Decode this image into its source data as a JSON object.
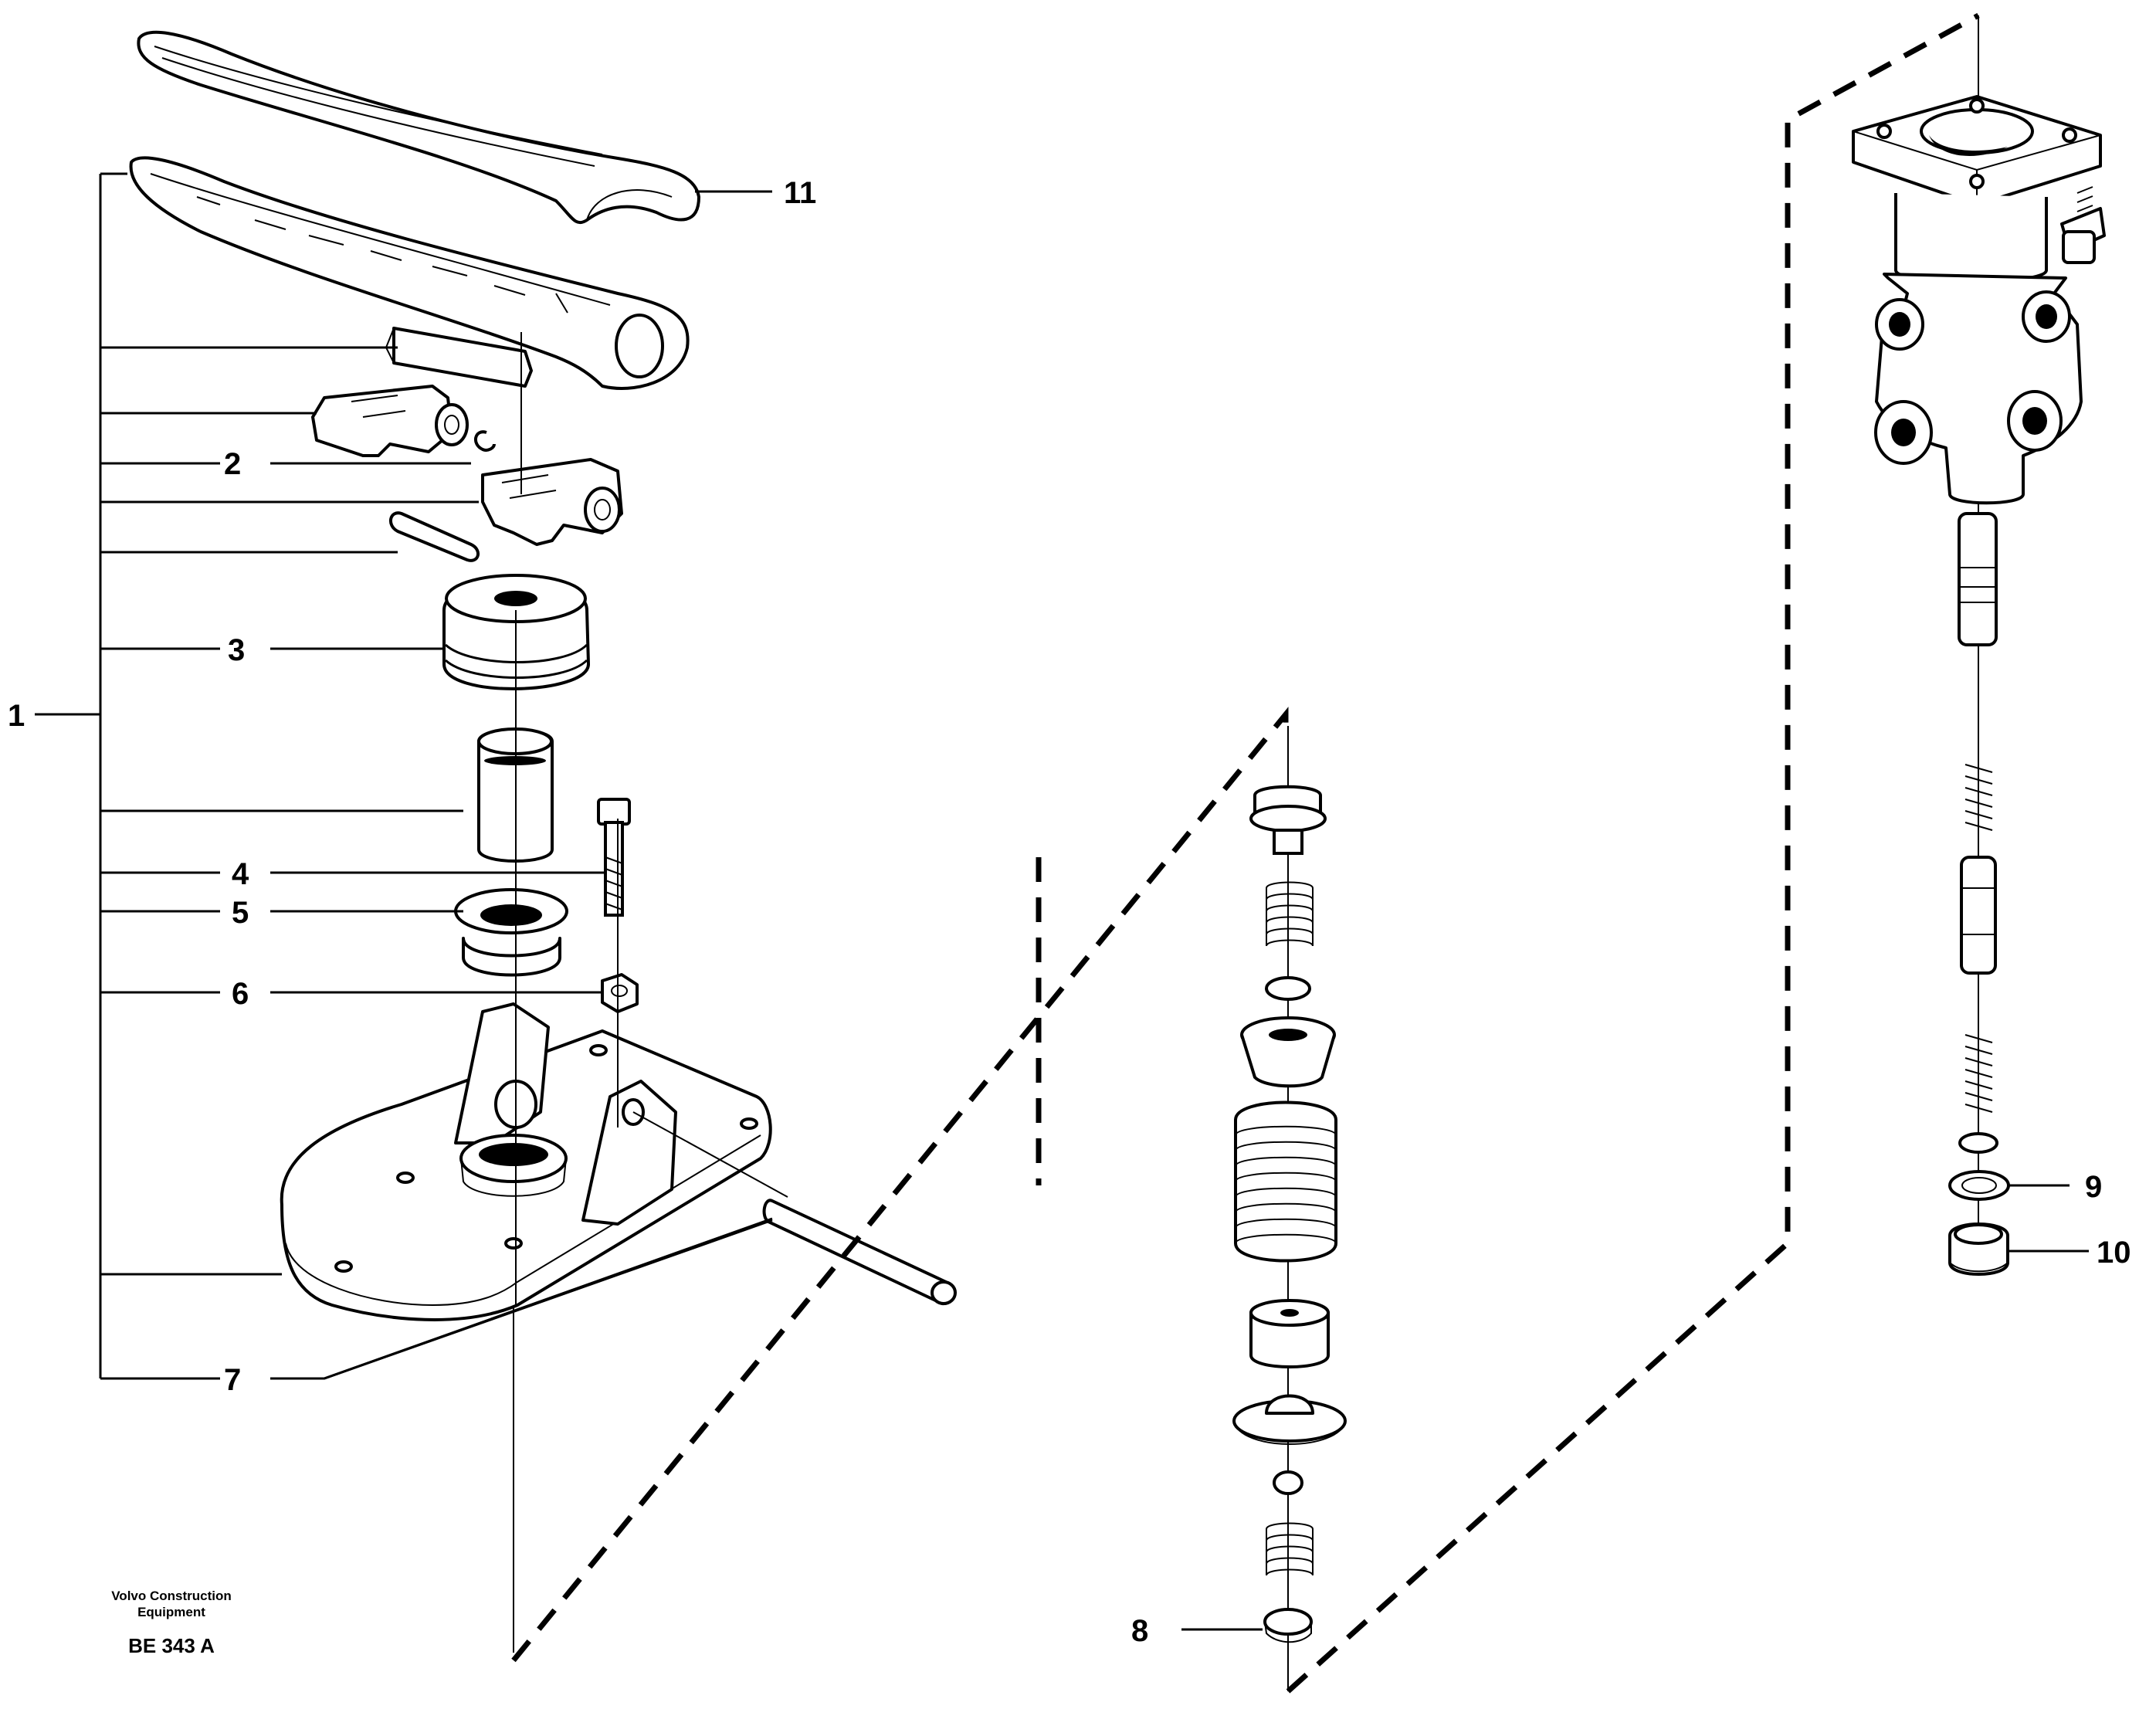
{
  "diagram": {
    "colors": {
      "ink": "#000000",
      "background": "#ffffff"
    },
    "callouts": [
      {
        "id": "c1",
        "label": "1"
      },
      {
        "id": "c2",
        "label": "2"
      },
      {
        "id": "c3",
        "label": "3"
      },
      {
        "id": "c4",
        "label": "4"
      },
      {
        "id": "c5",
        "label": "5"
      },
      {
        "id": "c6",
        "label": "6"
      },
      {
        "id": "c7",
        "label": "7"
      },
      {
        "id": "c8",
        "label": "8"
      },
      {
        "id": "c9",
        "label": "9"
      },
      {
        "id": "c10",
        "label": "10"
      },
      {
        "id": "c11",
        "label": "11"
      }
    ],
    "caption": {
      "company_line1": "Volvo Construction",
      "company_line2": "Equipment",
      "code": "BE 343 A"
    }
  }
}
